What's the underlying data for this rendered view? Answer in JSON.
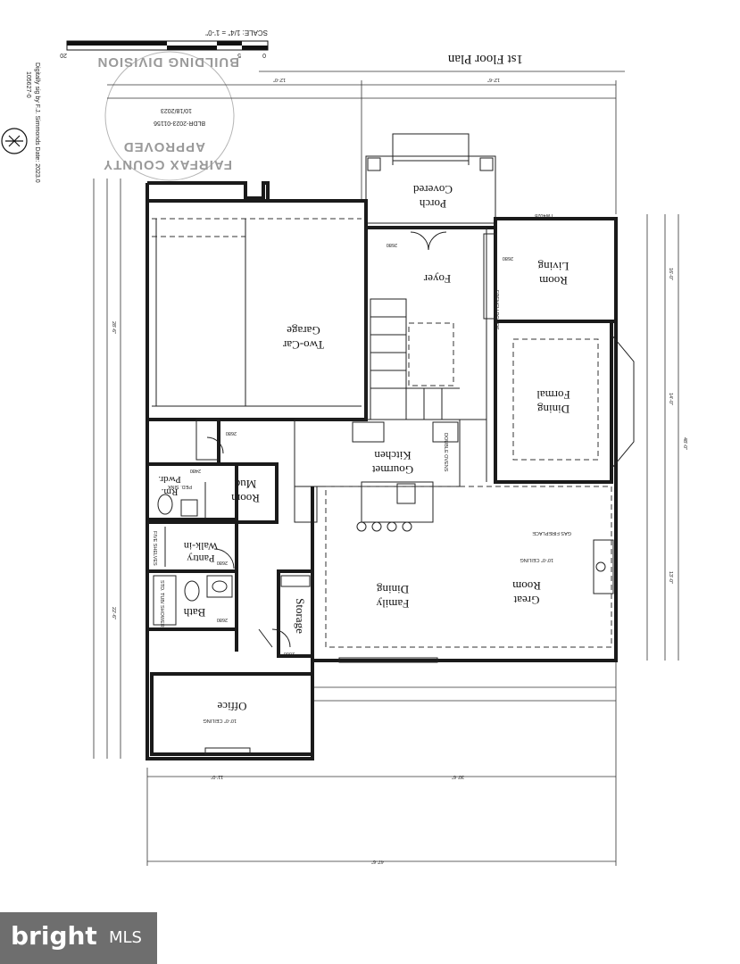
{
  "title": "1st Floor Plan",
  "scale_label": "SCALE: 1/4\" = 1'-0\"",
  "scale_ticks": [
    "20",
    "5",
    "0"
  ],
  "stamp": {
    "line1": "FAIRFAX COUNTY",
    "line2": "APPROVED",
    "line3": "BUILDING DIVISION",
    "permit": "BLDR-2023-01156",
    "date": "10/18/2023"
  },
  "signature": {
    "text": "Digitally sig by F.J. Simmonds Date: 2023.0",
    "id": "105627-0"
  },
  "rooms": {
    "covered_porch": [
      "Covered",
      "Porch"
    ],
    "living_room": [
      "Living",
      "Room"
    ],
    "foyer": "Foyer",
    "two_car_garage": [
      "Two-Car",
      "Garage"
    ],
    "formal_dining": [
      "Formal",
      "Dining"
    ],
    "mud_room": [
      "Mud",
      "Room"
    ],
    "gourmet_kitchen": [
      "Gourmet",
      "Kitchen"
    ],
    "pwdr_rm": [
      "Pwdr.",
      "Rm."
    ],
    "walk_in_pantry": [
      "Walk-in",
      "Pantry"
    ],
    "family_dining": [
      "Family",
      "Dining"
    ],
    "great_room": [
      "Great",
      "Room"
    ],
    "bath": "Bath",
    "storage": "Storage",
    "office": "Office"
  },
  "labels": {
    "five_shelves": "FIVE SHELVES",
    "french_doors": "FRENCH DOORS",
    "double_ovens": "DOUBLE OVENS",
    "door_2680_a": "2680",
    "door_2680_b": "2680",
    "door_2680_c": "2680",
    "door_2680_d": "2680",
    "door_2680_e": "2680",
    "door_2080": "2080",
    "door_2480": "2480",
    "ceiling_note": "10'-0\" CEILING",
    "shower": "STD. TUB/ SHOWER",
    "ped_sink": "PED. SINK",
    "window_tag": "TW4028",
    "gas_fireplace": "GAS FIREPLACE"
  },
  "dimensions": [
    "12'-0\"",
    "12'-6\"",
    "28'-6\"",
    "22'-6\"",
    "14'-0\"",
    "48'-0\"",
    "47'-6\"",
    "30'-6\"",
    "11'-0\"",
    "16'-0\"",
    "13'-0\""
  ],
  "watermark": {
    "brand": "bright",
    "suffix": "MLS"
  }
}
